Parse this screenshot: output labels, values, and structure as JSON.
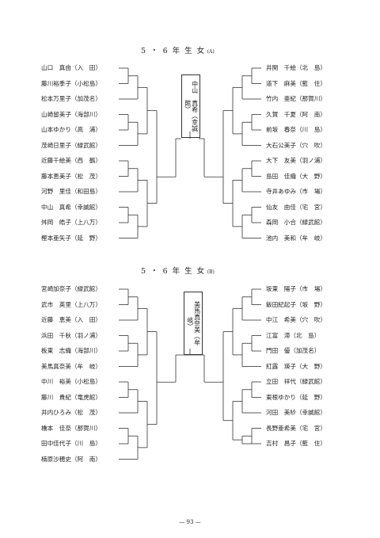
{
  "sections": [
    {
      "title": "5 ・ 6 年 生 女",
      "block": "(A)",
      "champion": "中山　真希（幸誠館）",
      "left": [
        "山口　真由（入　田）",
        "藤川裕季子（小松島）",
        "松本万里子（加茂名）",
        "山崎留美子（海部川）",
        "山本ゆかり（高　浦）",
        "茂崎日里子（緑武館）",
        "近藤千絵美（西　鶴）",
        "藤本恵美子（松　茂）",
        "河野　里佳（和田島）",
        "中山　真希（幸誠館）",
        "舛岡　皓子（上八万）",
        "樫本亜矢子（延　野）"
      ],
      "right": [
        "井関　千絵（北　島）",
        "道下　麻美（藍　住）",
        "竹内　亜紀（那賀川）",
        "久賀　千夏（阿　南）",
        "前坂　春奈（川　島）",
        "大石公美子（穴　吹）",
        "大下　友美（羽ノ浦）",
        "島田　佳織（大　野）",
        "寺井あゆみ（市　場）",
        "仙友　由佳（宅　宮）",
        "森岡　小合（緑武館）",
        "池内　美和（牟　岐）"
      ]
    },
    {
      "title": "5 ・ 6 年 生 女",
      "block": "(B)",
      "champion": "美馬真奈美（牟　岐）",
      "left": [
        "宮崎加奈子（緑武館）",
        "武市　英里（上八万）",
        "近藤　恵美（入　田）",
        "浜田　千秋（羽ノ浦）",
        "板東　志織（海部川）",
        "美馬真奈美（牟　岐）",
        "中川　裕美（小松島）",
        "藤川　貴紀（竜虎館）",
        "井内ひろみ（松　茂）",
        "橋本　佳奈（那賀川）",
        "田中佳代子（川　島）",
        "楠原沙穂史（阿　南）"
      ],
      "right": [
        "坂東　陽子（市　場）",
        "飯田紀起子（坂　野）",
        "中江　希美（穴　吹）",
        "江富　滞（北　島）",
        "門田　優（加茂名）",
        "紅露　瑛子（大　野）",
        "立田　祥代（緑武館）",
        "東根ゆかり（延　野）",
        "河田　美紗（幸誠館）",
        "長野亜希美（宅　宮）",
        "吉村　昌子（藍　住）"
      ]
    }
  ],
  "page_number": "— 93 —"
}
